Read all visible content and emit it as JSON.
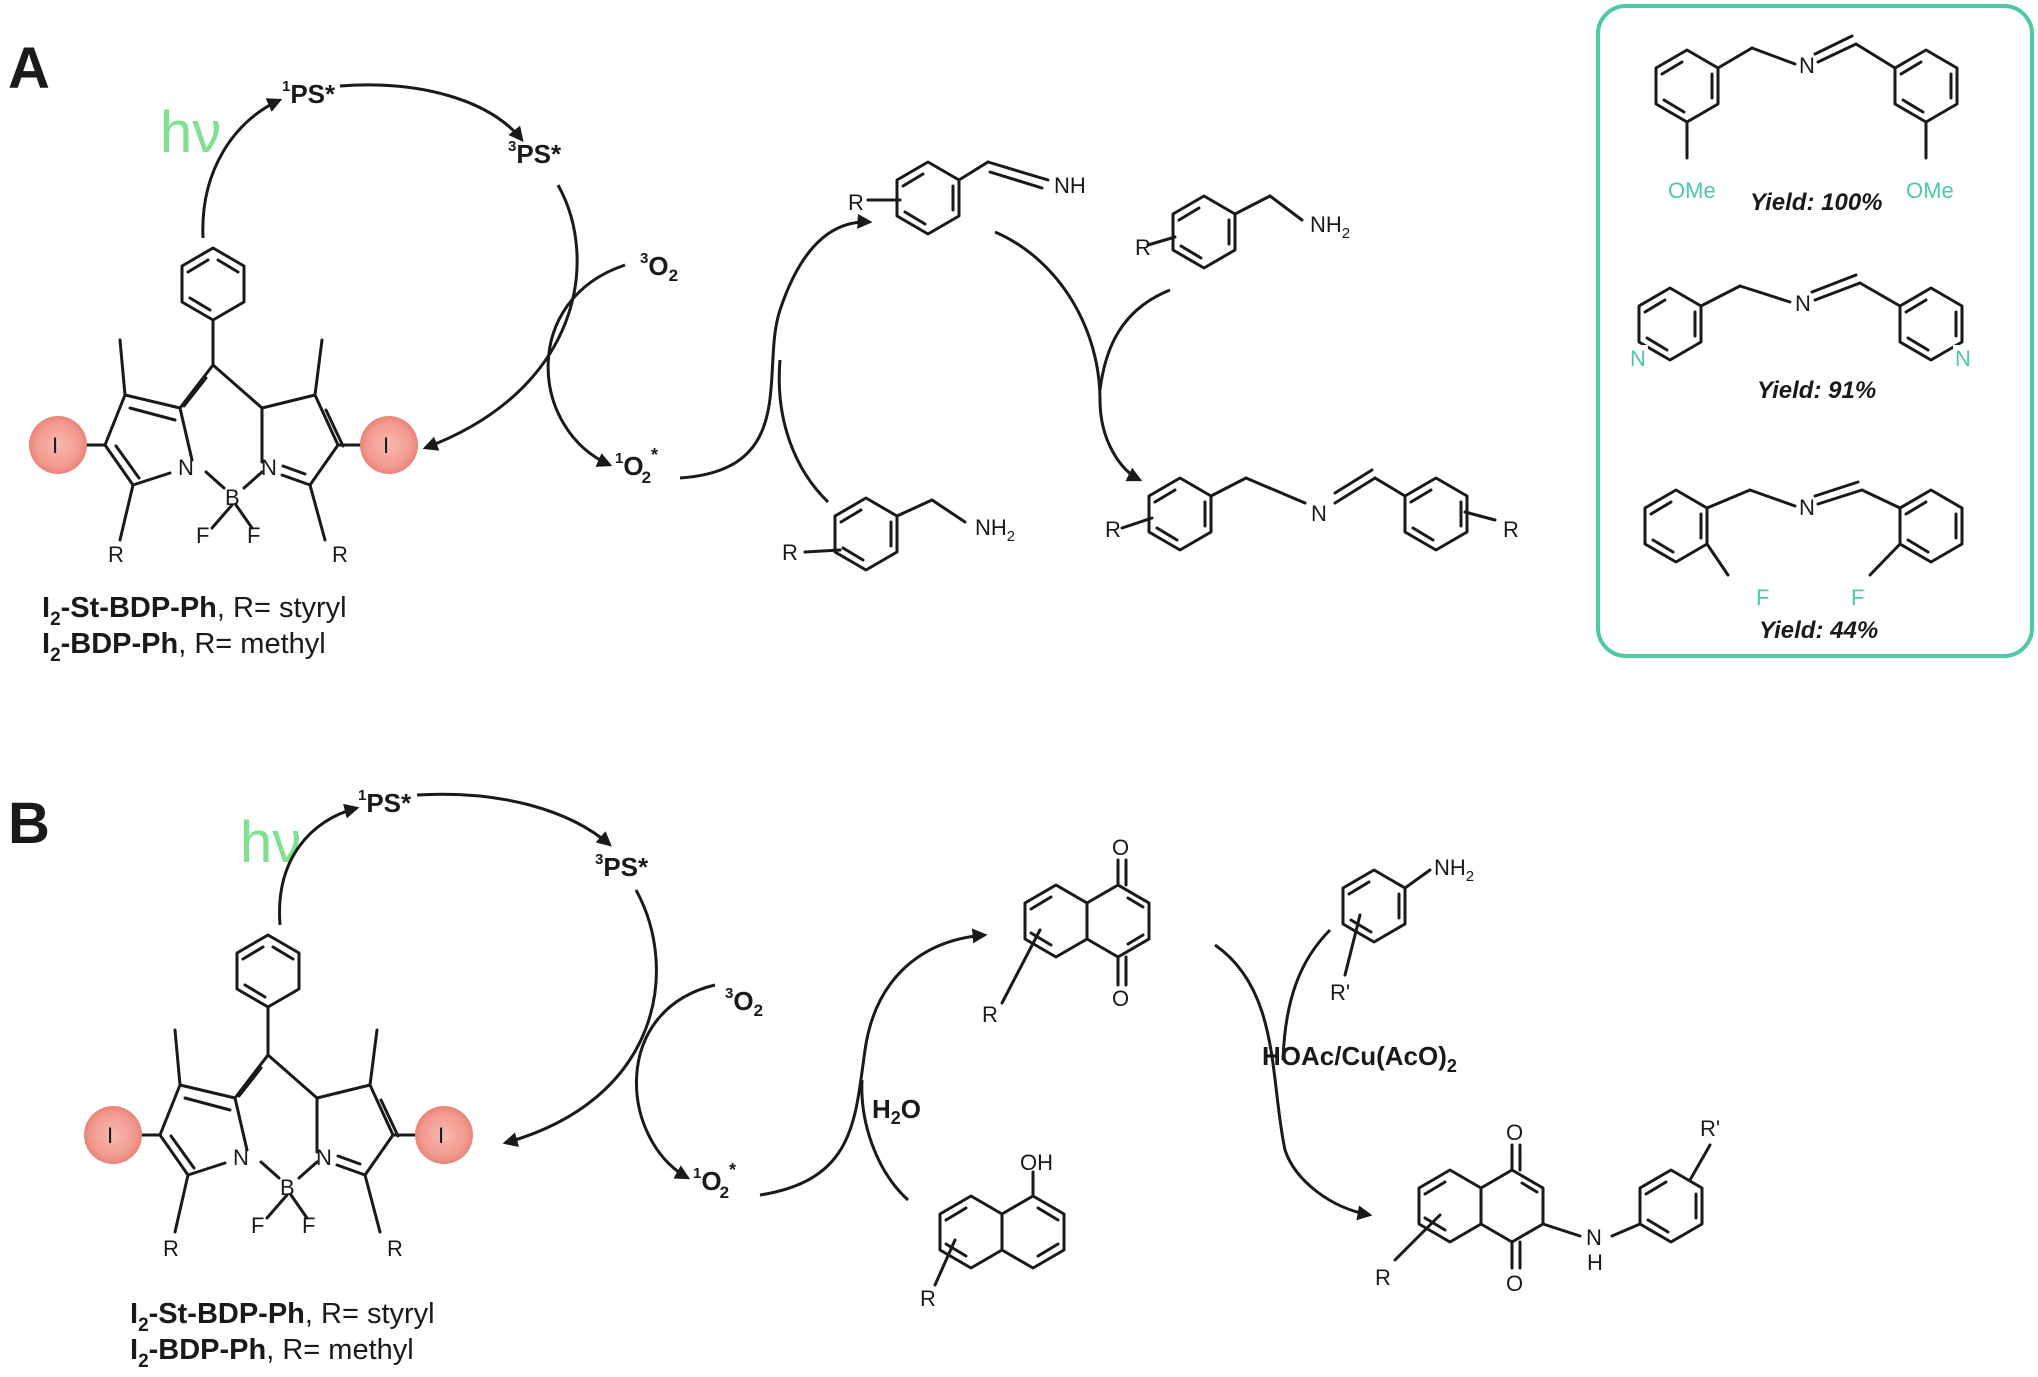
{
  "panels": {
    "a": {
      "label": "A"
    },
    "b": {
      "label": "B"
    }
  },
  "cycle": {
    "light": "hν",
    "ps_singlet": "PS*",
    "ps_triplet": "PS*",
    "sup1": "1",
    "sup3": "3",
    "o2_triplet": "O",
    "o2_singlet": "O",
    "o_sub": "2",
    "star": "*"
  },
  "bodipy": {
    "iodine": "I",
    "n": "N",
    "b": "B",
    "f": "F",
    "r": "R"
  },
  "captions": {
    "line1_bold_a": "I",
    "line1_sub": "2",
    "line1_bold_b": "-St-BDP-Ph",
    "line1_rest": ", R= styryl",
    "line2_bold_a": "I",
    "line2_sub": "2",
    "line2_bold_b": "-BDP-Ph",
    "line2_rest": ", R= methyl"
  },
  "scheme_a": {
    "imine_nh": "NH",
    "amine_nh": "NH",
    "amine_sub": "2",
    "product_n": "N",
    "r": "R"
  },
  "scheme_b": {
    "water": "H",
    "water_sub": "2",
    "water_o": "O",
    "reagent_a": "HOAc/Cu(AcO)",
    "reagent_sub": "2",
    "aniline_nh": "NH",
    "aniline_sub": "2",
    "r_prime": "R'",
    "r": "R",
    "o": "O",
    "oh": "OH",
    "nh_n": "N",
    "nh_h": "H"
  },
  "examples": {
    "accent_color": "#4dc9a8",
    "items": [
      {
        "n": "N",
        "sub_left": "OMe",
        "sub_right": "OMe",
        "yield": "Yield: 100%"
      },
      {
        "n": "N",
        "sub_left": "N",
        "sub_right": "N",
        "yield": "Yield: 91%"
      },
      {
        "n": "N",
        "sub_left": "F",
        "sub_right": "F",
        "yield": "Yield: 44%"
      }
    ]
  }
}
